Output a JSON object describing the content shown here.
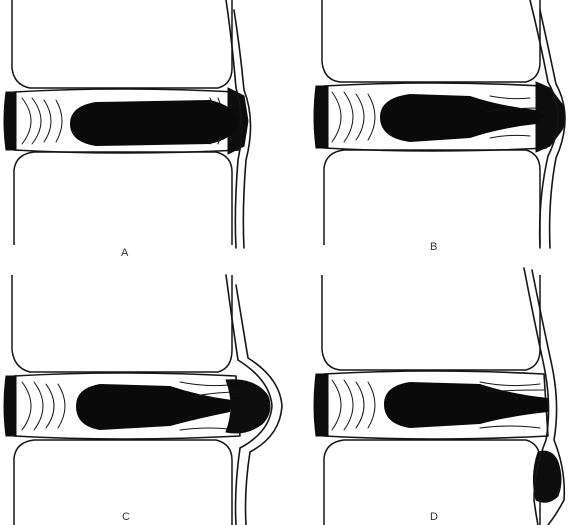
{
  "figure": {
    "panels": [
      {
        "id": "A",
        "label": "A",
        "stage": "normal"
      },
      {
        "id": "B",
        "label": "B",
        "stage": "protrusion"
      },
      {
        "id": "C",
        "label": "C",
        "stage": "extrusion"
      },
      {
        "id": "D",
        "label": "D",
        "stage": "sequestration"
      }
    ],
    "colors": {
      "ink": "#151515",
      "nucleus": "#0a0a0a",
      "background": "#ffffff"
    }
  }
}
